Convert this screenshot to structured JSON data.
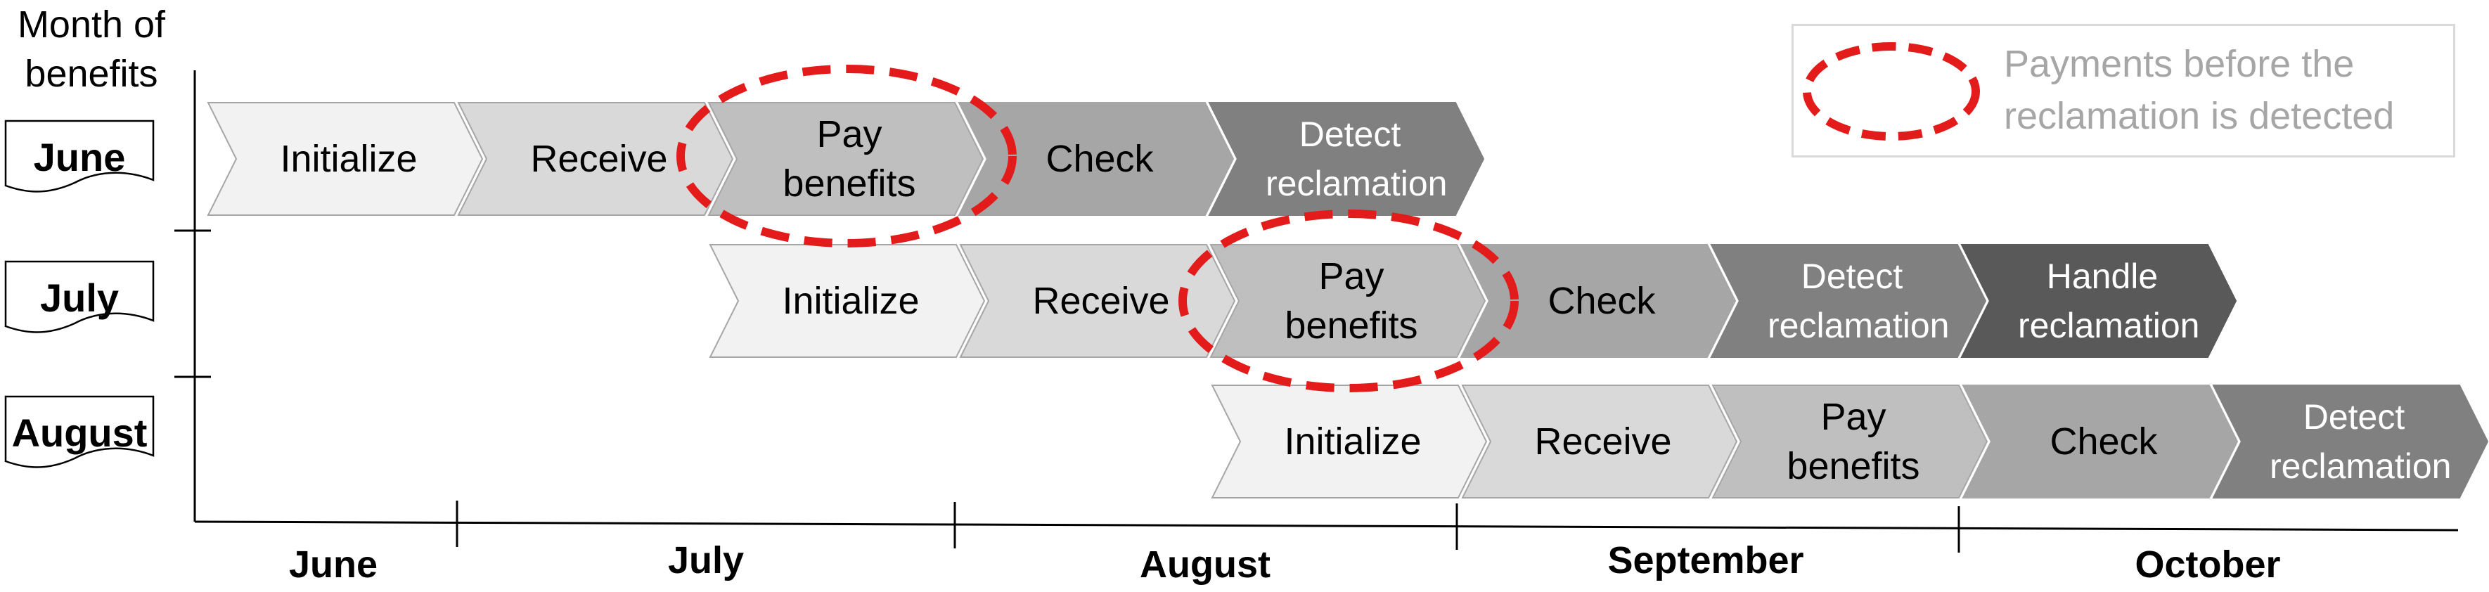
{
  "axis_title": {
    "line1": "Month of",
    "line2": "benefits"
  },
  "rows": [
    {
      "label": "June"
    },
    {
      "label": "July"
    },
    {
      "label": "August"
    }
  ],
  "x_axis_labels": [
    "June",
    "July",
    "August",
    "September",
    "October"
  ],
  "legend": {
    "line1": "Payments before the",
    "line2": "reclamation is detected",
    "marker_color": "#e31b1b"
  },
  "steps": {
    "initialize": "Initialize",
    "receive": "Receive",
    "pay_line1": "Pay",
    "pay_line2": "benefits",
    "check": "Check",
    "detect_line1": "Detect",
    "detect_line2": "reclamation",
    "handle_line1": "Handle",
    "handle_line2": "reclamation"
  },
  "colors": {
    "initialize": "#f2f2f2",
    "receive": "#d9d9d9",
    "pay": "#bfbfbf",
    "check": "#a6a6a6",
    "detect": "#808080",
    "handle": "#595959",
    "highlight": "#e31b1b"
  }
}
